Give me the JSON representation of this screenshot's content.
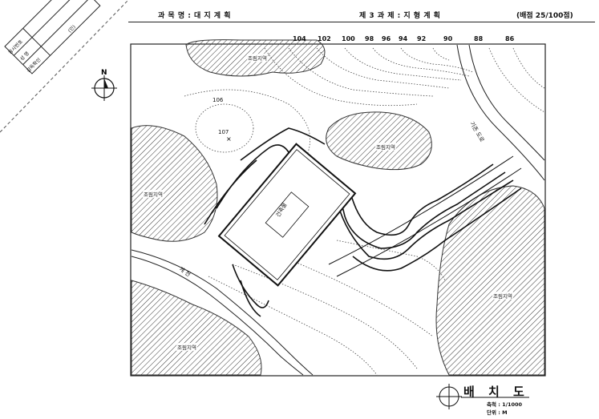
{
  "header": {
    "subject": "과 목 명 : 대 지 계 획",
    "task": "제 3 과 제 : 지 형 계 획",
    "score": "(배점 25/100점)"
  },
  "stamp": {
    "exam_no_label": "응시번호",
    "name_label": "성 명",
    "supervisor_label": "감독확인",
    "seal": "(인)"
  },
  "contours": [
    "104",
    "102",
    "100",
    "98",
    "96",
    "94",
    "92",
    "90",
    "88",
    "86"
  ],
  "spot_elevations": {
    "peak_contour": "106",
    "peak": "107"
  },
  "regions": {
    "woods_top": "조림지역",
    "woods_center": "조림지역",
    "woods_left": "조림지역",
    "woods_bottom_left": "조림지역",
    "woods_right": "조림지역"
  },
  "labels": {
    "road": "기존 도로",
    "stream": "계 천",
    "building": "건축물"
  },
  "legend": {
    "title": "배 치 도",
    "scale": "축척 : 1/1000",
    "unit": "단위 : M"
  },
  "colors": {
    "ink": "#111111",
    "paper": "#ffffff"
  }
}
